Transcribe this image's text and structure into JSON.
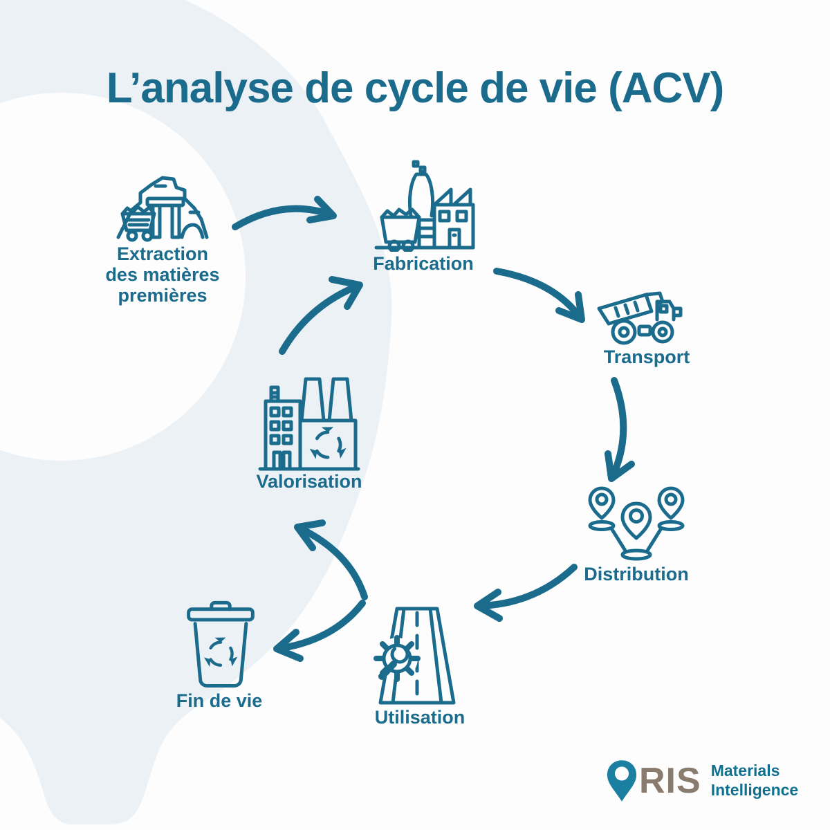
{
  "title": "L’analyse de cycle de vie (ACV)",
  "diagram_type": "life-cycle-assessment-loop",
  "stages": [
    {
      "label": "Extraction\ndes matières\npremières",
      "icon": "mine-cart-icon"
    },
    {
      "label": "Fabrication",
      "icon": "factory-icon"
    },
    {
      "label": "Transport",
      "icon": "dump-truck-icon"
    },
    {
      "label": "Distribution",
      "icon": "map-pins-icon"
    },
    {
      "label": "Utilisation",
      "icon": "road-maintenance-icon"
    },
    {
      "label": "Fin de vie",
      "icon": "trash-recycling-icon"
    },
    {
      "label": "Valorisation",
      "icon": "recycling-plant-icon"
    }
  ],
  "arrows": [
    {
      "from": "Extraction des matières premières",
      "to": "Fabrication"
    },
    {
      "from": "Fabrication",
      "to": "Transport"
    },
    {
      "from": "Transport",
      "to": "Distribution"
    },
    {
      "from": "Distribution",
      "to": "Utilisation"
    },
    {
      "from": "Utilisation",
      "to": "Fin de vie"
    },
    {
      "from": "Fin de vie",
      "to": "Valorisation"
    },
    {
      "from": "Valorisation",
      "to": "Fabrication"
    }
  ],
  "logo": {
    "brand": "ORIS",
    "ris_text": "RIS",
    "tagline_line1": "Materials",
    "tagline_line2": "Intelligence"
  },
  "colors": {
    "teal": "#1A6B8C",
    "pale_background_shape": "#ECF1F6",
    "page_background": "#FDFDFE",
    "logo_pin_teal": "#1B7FA1",
    "logo_ris_taupe": "#8A7B6F",
    "logo_tagline_teal": "#10708F"
  }
}
